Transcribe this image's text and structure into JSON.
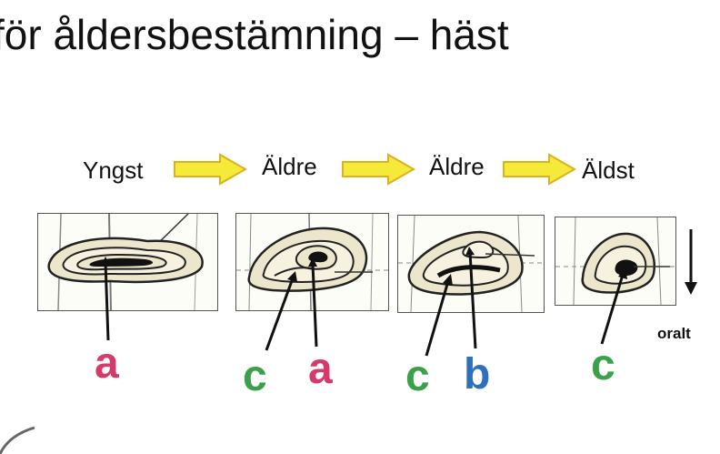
{
  "title": "för åldersbestämning – häst",
  "stages": [
    "Yngst",
    "Äldre",
    "Äldre",
    "Äldst"
  ],
  "letters": [
    "a",
    "c",
    "a",
    "c",
    "b",
    "c"
  ],
  "direction_label": "oralt",
  "colors": {
    "letter_a": "#d63a6b",
    "letter_b": "#2f6fc0",
    "letter_c": "#3aa14a",
    "arrow_fill": "#f5e93a",
    "arrow_stroke": "#d9b21e",
    "tooth_fill": "#ece6cc"
  }
}
